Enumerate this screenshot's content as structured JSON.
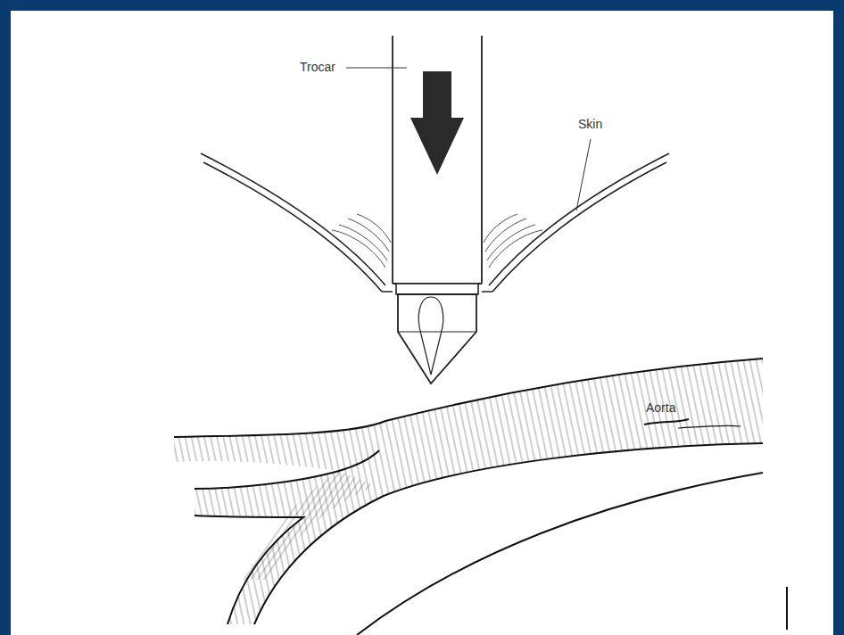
{
  "diagram": {
    "labels": [
      "Trocar",
      "Skin",
      "Aorta"
    ]
  }
}
